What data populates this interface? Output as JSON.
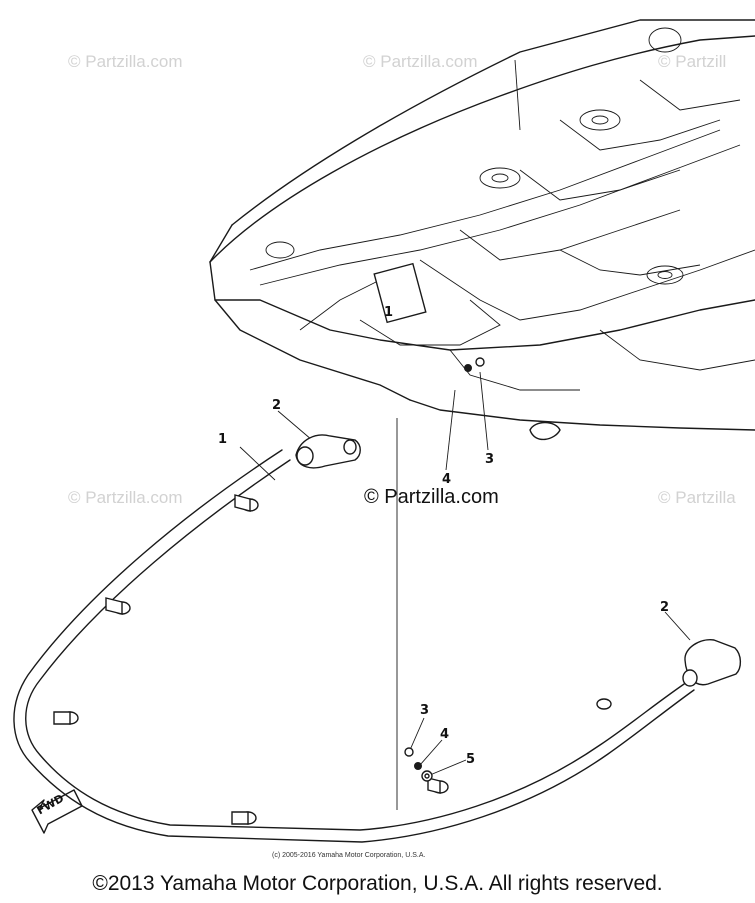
{
  "watermarks": {
    "top_left": "© Partzilla.com",
    "top_center": "© Partzilla.com",
    "top_right": "© Partzill",
    "mid_left": "© Partzilla.com",
    "mid_center": "© Partzilla.com",
    "mid_right": "© Partzilla"
  },
  "callouts": {
    "part_1_top": "1",
    "part_1": "1",
    "part_2_top": "2",
    "part_2_right": "2",
    "part_3_top": "3",
    "part_4_top": "4",
    "part_3_bottom": "3",
    "part_4_bottom": "4",
    "part_5_bottom": "5"
  },
  "fwd_label": "FWD",
  "small_copyright": "(c) 2005-2016 Yamaha Motor Corporation, U.S.A.",
  "copyright": "©2013 Yamaha Motor Corporation, U.S.A. All rights reserved."
}
